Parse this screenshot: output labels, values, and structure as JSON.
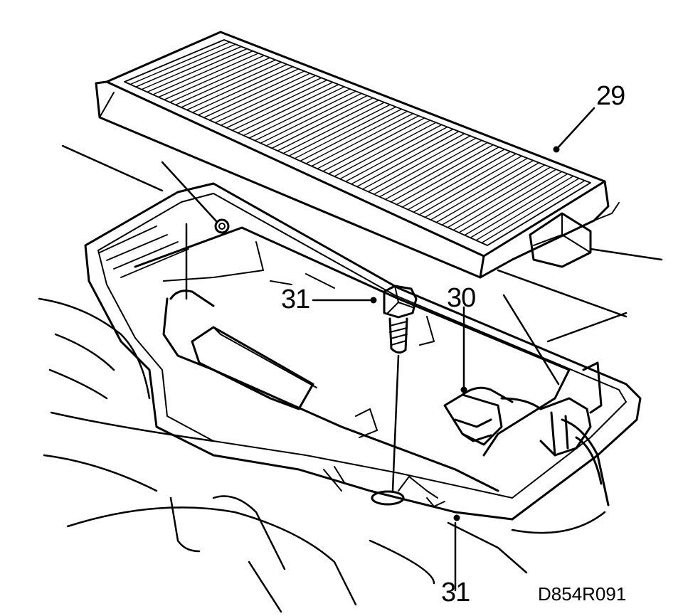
{
  "callouts": {
    "filter": "29",
    "clip": "30",
    "screw_top": "31",
    "screw_bottom": "31"
  },
  "drawing_code": "D854R091",
  "colors": {
    "ink": "#000000",
    "background": "#ffffff"
  }
}
